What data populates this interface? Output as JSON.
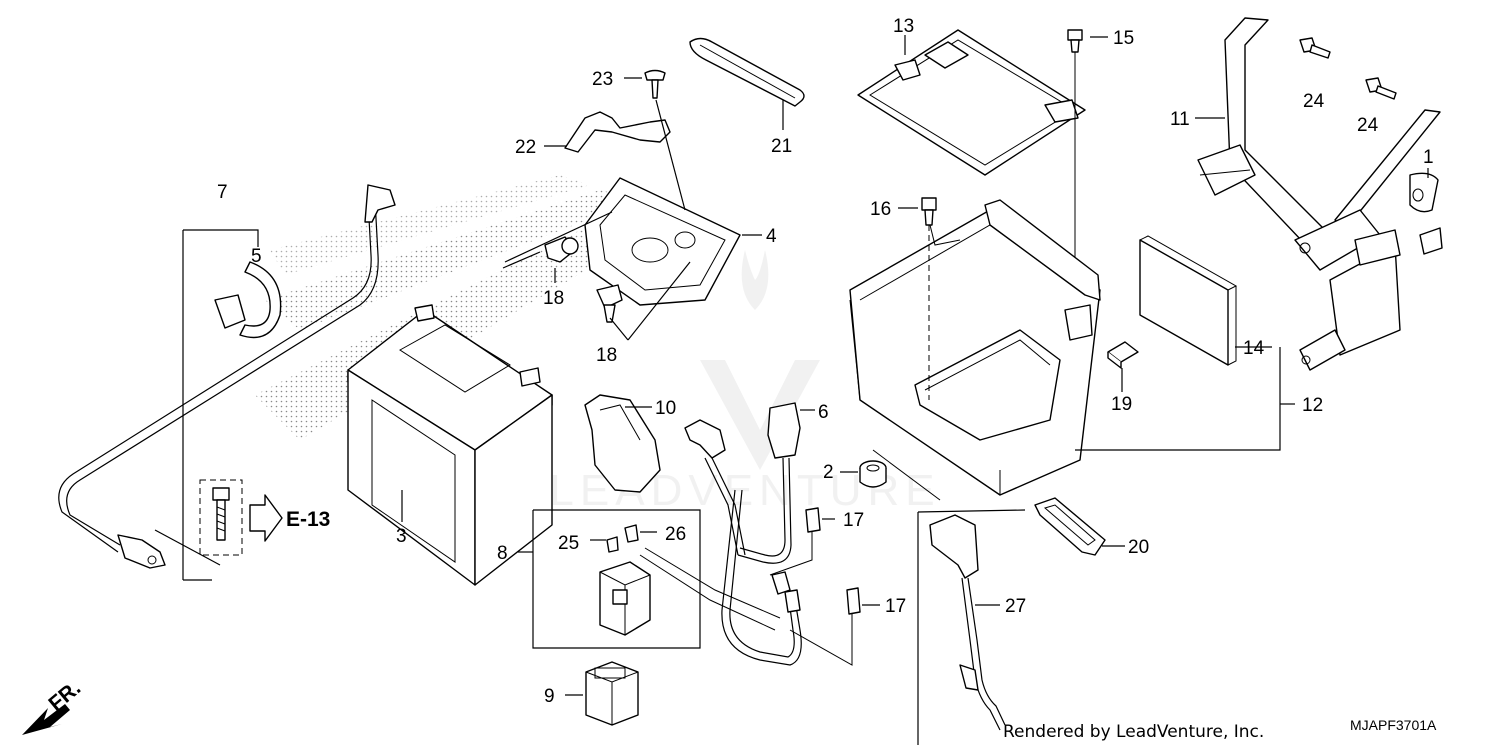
{
  "diagram": {
    "callouts": {
      "c1": "1",
      "c2": "2",
      "c3": "3",
      "c4": "4",
      "c5": "5",
      "c6": "6",
      "c7": "7",
      "c8": "8",
      "c9": "9",
      "c10": "10",
      "c11": "11",
      "c12": "12",
      "c13": "13",
      "c14": "14",
      "c15": "15",
      "c16": "16",
      "c17a": "17",
      "c17b": "17",
      "c18a": "18",
      "c18b": "18",
      "c19": "19",
      "c20": "20",
      "c21": "21",
      "c22": "22",
      "c23": "23",
      "c24a": "24",
      "c24b": "24",
      "c25": "25",
      "c26": "26",
      "c27": "27"
    },
    "reference": "E-13",
    "direction": "FR.",
    "watermark": "LEADVENTURE",
    "footer": "Rendered by LeadVenture, Inc.",
    "code": "MJAPF3701A"
  }
}
